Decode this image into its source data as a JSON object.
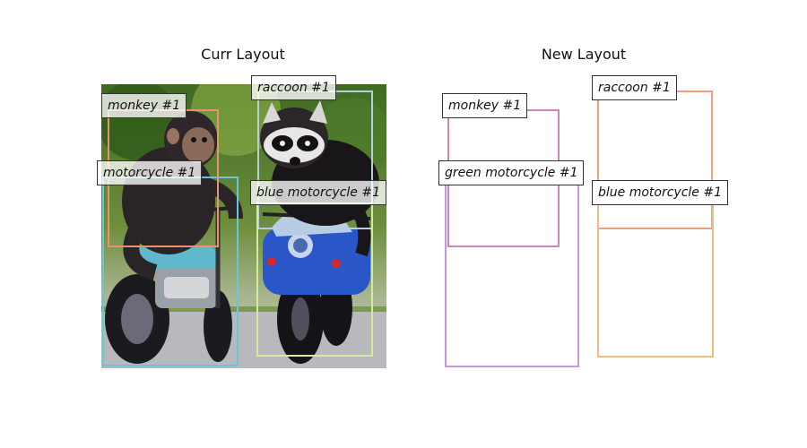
{
  "panels": {
    "left": {
      "title": "Curr Layout"
    },
    "right": {
      "title": "New Layout"
    }
  },
  "boxes": {
    "left": {
      "monkey": {
        "label": "monkey #1",
        "color": "#e8946a"
      },
      "raccoon": {
        "label": "raccoon #1",
        "color": "#b9cfd8"
      },
      "motorcycle": {
        "label": "motorcycle #1",
        "color": "#6cc4dc"
      },
      "blue_motorcycle": {
        "label": "blue motorcycle #1",
        "color": "#d6ea9c"
      }
    },
    "right": {
      "monkey": {
        "label": "monkey #1",
        "color": "#cf86b6"
      },
      "raccoon": {
        "label": "raccoon #1",
        "color": "#eda07a"
      },
      "green_motorcycle": {
        "label": "green motorcycle #1",
        "color": "#c896e4"
      },
      "blue_motorcycle": {
        "label": "blue motorcycle #1",
        "color": "#efbd86"
      }
    }
  }
}
